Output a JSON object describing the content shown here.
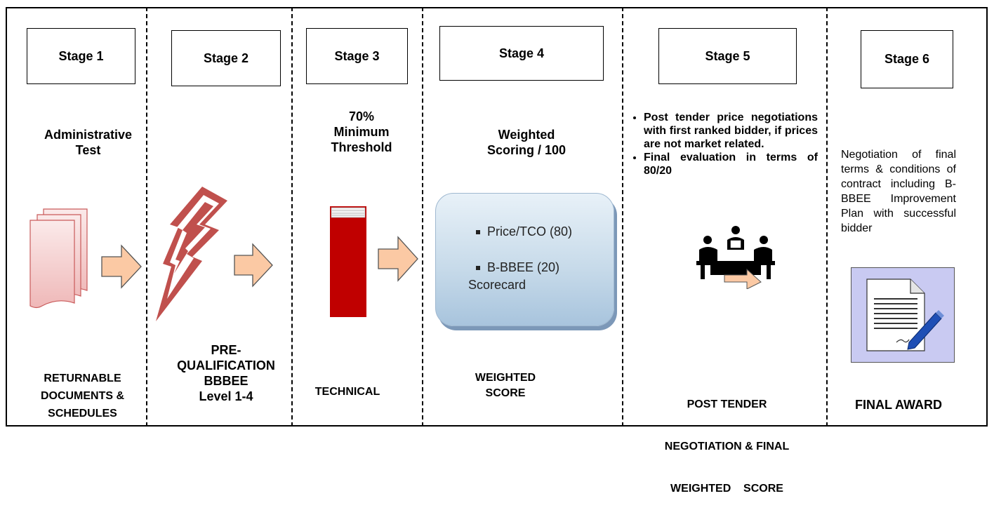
{
  "stages": [
    {
      "label": "Stage 1",
      "title": "Administrative Test",
      "bottom": "RETURNABLE DOCUMENTS & SCHEDULES"
    },
    {
      "label": "Stage 2",
      "title": "",
      "bottom": "PRE-QUALIFICATION BBBEE Level 1-4"
    },
    {
      "label": "Stage 3",
      "title": "70% Minimum Threshold",
      "bottom": "TECHNICAL"
    },
    {
      "label": "Stage 4",
      "title": "Weighted Scoring / 100",
      "bottom": "WEIGHTED SCORE"
    },
    {
      "label": "Stage 5",
      "title": "",
      "bottom": "POST TENDER NEGOTIATION & FINAL WEIGHTED   SCORE"
    },
    {
      "label": "Stage 6",
      "title": "",
      "bottom": "FINAL AWARD"
    }
  ],
  "stage1": {
    "title_line1": "Administrative",
    "title_line2": "Test",
    "bottom_line1": "RETURNABLE",
    "bottom_line2": "DOCUMENTS &",
    "bottom_line3": "SCHEDULES"
  },
  "stage2": {
    "bottom_line1": "PRE-",
    "bottom_line2": "QUALIFICATION",
    "bottom_line3": "BBBEE",
    "bottom_line4": "Level 1-4"
  },
  "stage3": {
    "title_line1": "70%",
    "title_line2": "Minimum",
    "title_line3": "Threshold"
  },
  "stage4": {
    "title_line1": "Weighted",
    "title_line2": "Scoring / 100",
    "bottom_line1": "WEIGHTED",
    "bottom_line2": "SCORE",
    "items": [
      "Price/TCO (80)",
      "B-BBEE (20)"
    ],
    "item2_line2": "Scorecard"
  },
  "stage5": {
    "bullets": [
      "Post tender price negotiations with first ranked bidder, if prices are not market related.",
      "Final evaluation in terms of 80/20"
    ],
    "bottom_line1": "POST TENDER",
    "bottom_line2": "NEGOTIATION & FINAL",
    "bottom_line3": "WEIGHTED    SCORE"
  },
  "stage6": {
    "text": "Negotiation of final terms & conditions of contract including B-BBEE Improvement Plan with successful bidder"
  },
  "colors": {
    "arrow_fill": "#fbc9a4",
    "doc_fill": "#f7d9d9",
    "doc_stroke": "#c95a5a",
    "bolt": "#c0504d",
    "book": "#c00000",
    "cloud": "#c8dbea",
    "award_bg": "#c9caf2"
  }
}
